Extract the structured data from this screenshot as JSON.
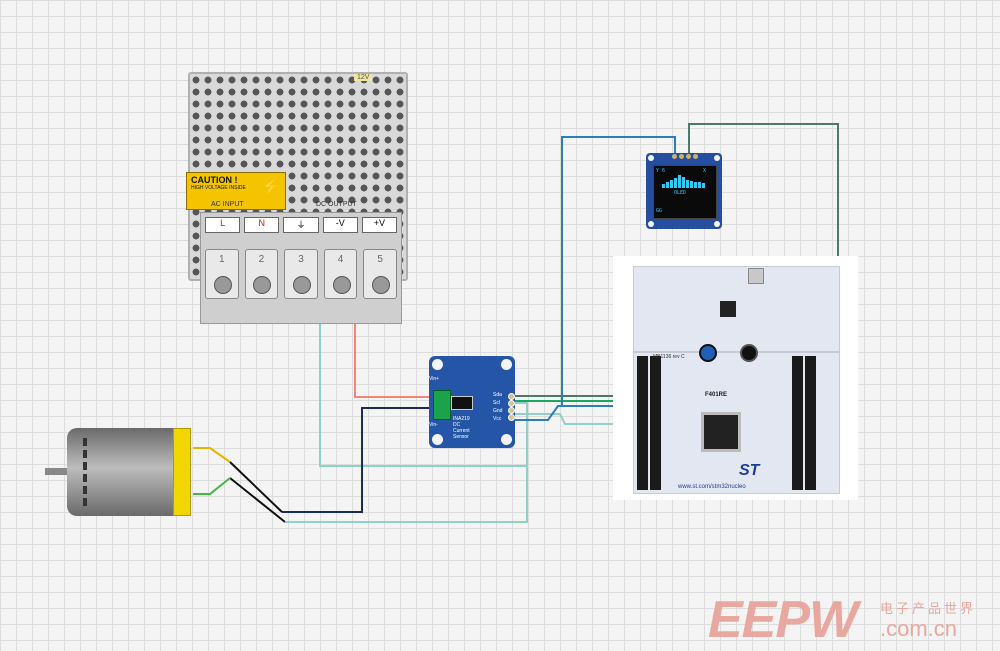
{
  "psu": {
    "caution_title": "CAUTION !",
    "caution_text": "HIGH VOLTAGE INSIDE",
    "ac_input_label": "AC INPUT",
    "dc_output_label": "DC OUTPUT",
    "terminal_labels": [
      "L",
      "N",
      "⏚",
      "-V",
      "+V"
    ],
    "terminal_numbers": [
      "1",
      "2",
      "3",
      "4",
      "5"
    ],
    "top_tag": "12V"
  },
  "ina219": {
    "board_label": "INA219 DC Current Sensor",
    "pin_labels": [
      "Vin+",
      "Vin-",
      "Vcc",
      "Gnd",
      "Scl",
      "Sda"
    ]
  },
  "oled": {
    "screen_top_left": "Y 6",
    "screen_top_right": "X",
    "screen_mid": "OLED",
    "screen_bottom_left": "GG",
    "bar_levels": [
      0.3,
      0.4,
      0.55,
      0.7,
      0.9,
      0.75,
      0.6,
      0.5,
      0.45,
      0.4,
      0.35
    ]
  },
  "nucleo": {
    "model": "F401RE",
    "mb_label": "MB1136 rev C",
    "brand": "ST",
    "url": "www.st.com/stm32nucleo"
  },
  "watermark": {
    "logo": "EEPW",
    "cn": "电子产品世界",
    "domain": ".com.cn"
  },
  "colors": {
    "wire_red": "#f08878",
    "wire_teal": "#8fd0c8",
    "wire_navy": "#1a2a5a",
    "wire_blue": "#2b7fb8",
    "wire_gray": "#4d7a68",
    "wire_green": "#1aa860",
    "wire_black": "#111111",
    "wire_yellow": "#e2b600",
    "wire_green_motor": "#44b844"
  }
}
